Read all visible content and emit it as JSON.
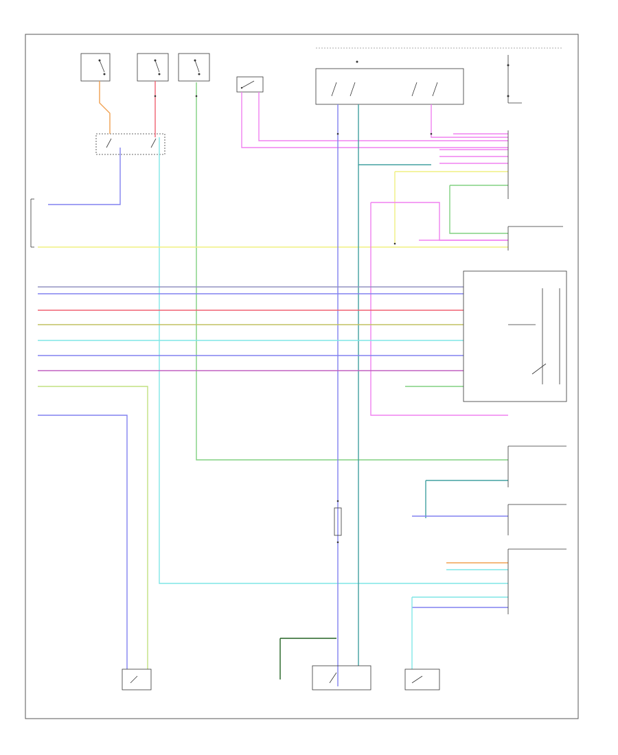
{
  "diagram": {
    "page_number": "",
    "colors": {
      "orange": "#f0a050",
      "cyan": "#7fe6e6",
      "green": "#80d080",
      "magenta": "#f080f0",
      "blue": "#8080f0",
      "yellow": "#f0f080",
      "red": "#f06070",
      "pink": "#f0a0c0",
      "lime": "#c0f080",
      "purple": "#c080e0",
      "dark_green": "#206020"
    },
    "components": [
      {
        "id": "top-fuse-1",
        "label": ""
      },
      {
        "id": "top-fuse-2",
        "label": ""
      },
      {
        "id": "top-fuse-3",
        "label": ""
      },
      {
        "id": "top-relay-box",
        "label": ""
      },
      {
        "id": "power-distribution-center",
        "label": ""
      },
      {
        "id": "fuse-right-top",
        "label": ""
      },
      {
        "id": "left-control-module",
        "label": ""
      },
      {
        "id": "right-connector-block",
        "label": ""
      },
      {
        "id": "abs-module",
        "label": ""
      },
      {
        "id": "right-sensor-1",
        "label": ""
      },
      {
        "id": "right-sensor-2",
        "label": ""
      },
      {
        "id": "right-module-lower",
        "label": ""
      },
      {
        "id": "left-bottom-sensor",
        "label": ""
      },
      {
        "id": "middle-bottom-sensor",
        "label": ""
      },
      {
        "id": "right-bottom-sensor",
        "label": ""
      },
      {
        "id": "middle-resistor",
        "label": ""
      }
    ]
  }
}
